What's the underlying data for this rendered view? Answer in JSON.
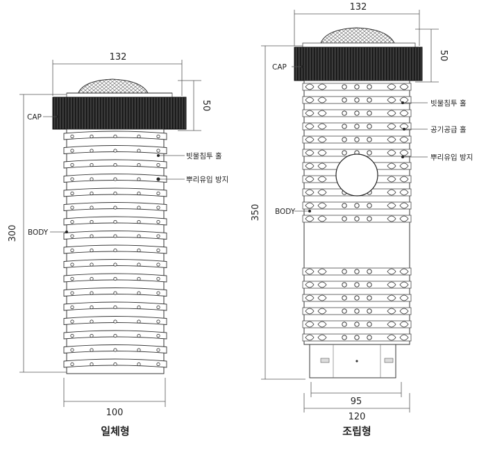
{
  "left": {
    "dims": {
      "width_top": "132",
      "cap_height": "50",
      "height": "300",
      "width_bottom": "100"
    },
    "labels": {
      "cap": "CAP",
      "body": "BODY",
      "infiltration_hole": "빗물침투 홀",
      "root_block": "뿌리유입 방지"
    },
    "title": "일체형"
  },
  "right": {
    "dims": {
      "width_top": "132",
      "cap_height": "50",
      "height": "350",
      "inner_width": "95",
      "width_bottom": "120"
    },
    "labels": {
      "cap": "CAP",
      "body": "BODY",
      "infiltration_hole": "빗물침투 홀",
      "air_hole": "공기공급 홀",
      "root_block": "뿌리유입 방지"
    },
    "title": "조립형"
  }
}
